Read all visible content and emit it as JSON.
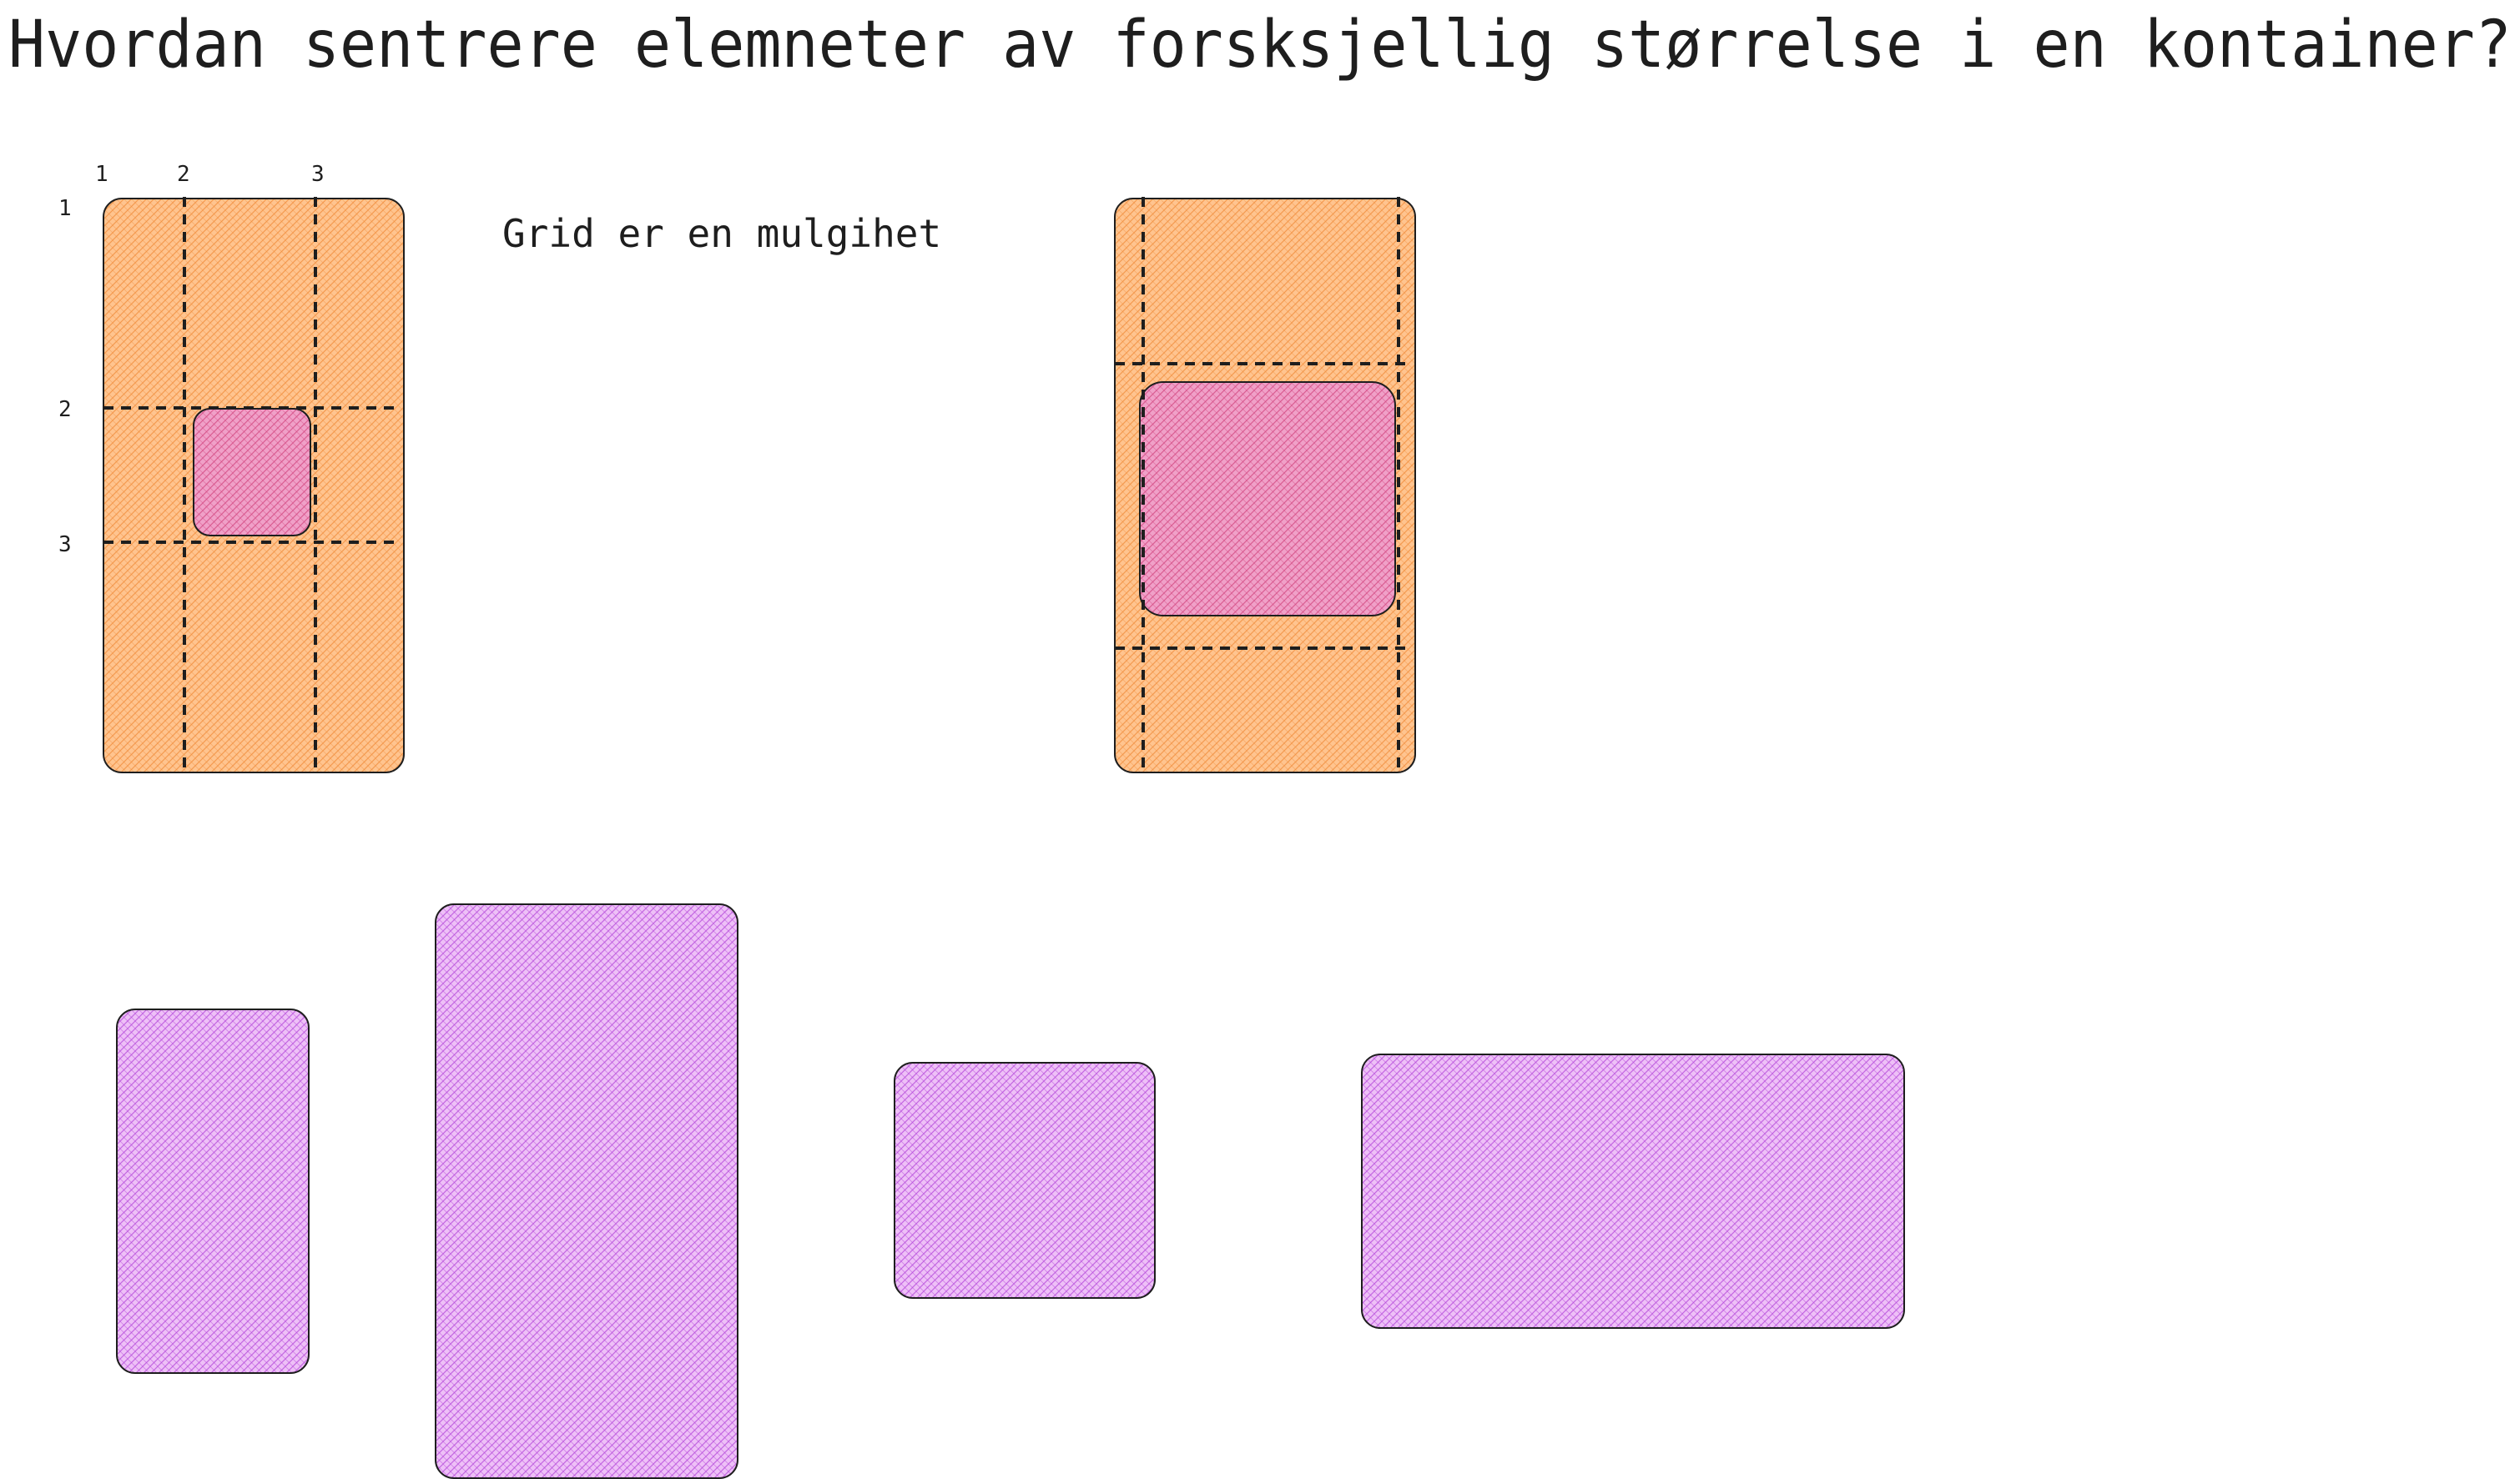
{
  "title": "Hvordan sentrere elemneter av forsksjellig størrelse i en kontainer?",
  "note": "Grid er en mulgihet",
  "grid_labels": {
    "columns": [
      "1",
      "2",
      "3"
    ],
    "rows": [
      "1",
      "2",
      "3"
    ]
  },
  "colors": {
    "container_fill": "#ffc48f",
    "container_hatch": "#f08c3a",
    "item_fill": "#f0a0c8",
    "item_hatch": "#d0407a",
    "element_fill": "#e8b0f5",
    "element_hatch": "#b040d8",
    "outline": "#1e1e1e"
  }
}
